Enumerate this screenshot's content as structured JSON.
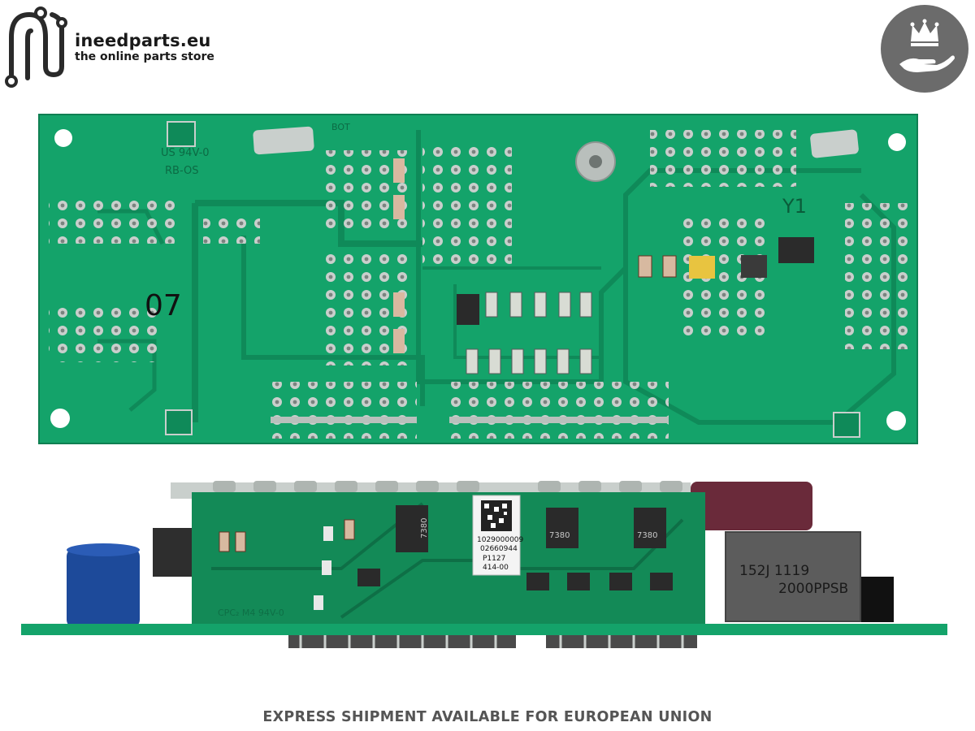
{
  "brand": {
    "name": "ineedparts.eu",
    "tagline": "the online parts store"
  },
  "badge": {
    "icon": "crown-hand-icon"
  },
  "board_top": {
    "markings": {
      "number": "07",
      "bot": "BOT",
      "ul": "US 94V-0",
      "ul2": "RB-OS",
      "y1": "Y1"
    }
  },
  "board_side": {
    "label_lines": [
      "1029000009",
      "02660944",
      "P1127",
      "414-00"
    ],
    "capacitor_line1": "152J 1119",
    "capacitor_line2": "2000PPSB",
    "chip_code": "7380",
    "pcb_mark": "CPC₂ M4 94V-0"
  },
  "footer": {
    "text": "EXPRESS SHIPMENT AVAILABLE FOR EUROPEAN UNION"
  },
  "colors": {
    "pcb_green": "#14a36a",
    "pcb_dark": "#0f7f52",
    "pad_silver": "#c9cfcc",
    "text_gray": "#555555",
    "badge_gray": "#6b6b6b"
  }
}
